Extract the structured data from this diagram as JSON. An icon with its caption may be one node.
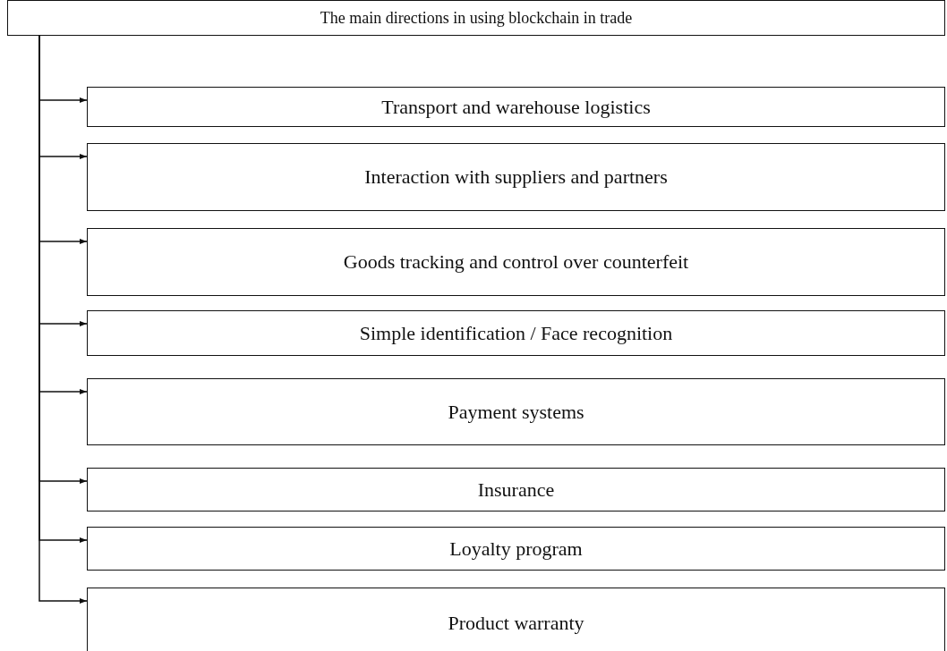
{
  "diagram": {
    "nodes": [
      {
        "text": [
          "The main directions in using blockchain in trade"
        ]
      },
      {
        "text": [
          "Transport and warehouse logistics"
        ]
      },
      {
        "text": [
          "Interaction with suppliers and partners"
        ]
      },
      {
        "text": [
          "Goods tracking and control over counterfeit"
        ]
      },
      {
        "text": [
          "Simple identification / Face recognition"
        ]
      },
      {
        "text": [
          "Payment systems"
        ]
      },
      {
        "text": [
          "Insurance"
        ]
      },
      {
        "text": [
          "Loyalty program"
        ]
      },
      {
        "text": [
          "Product warranty"
        ]
      }
    ],
    "edges": [
      {
        "from": 0,
        "to": 1,
        "arrow": "to"
      },
      {
        "from": 0,
        "to": 2,
        "arrow": "to"
      },
      {
        "from": 0,
        "to": 3,
        "arrow": "to"
      },
      {
        "from": 0,
        "to": 4,
        "arrow": "to"
      },
      {
        "from": 0,
        "to": 5,
        "arrow": "to"
      },
      {
        "from": 0,
        "to": 6,
        "arrow": "to"
      },
      {
        "from": 0,
        "to": 7,
        "arrow": "to"
      },
      {
        "from": 0,
        "to": 8,
        "arrow": "to"
      }
    ]
  }
}
